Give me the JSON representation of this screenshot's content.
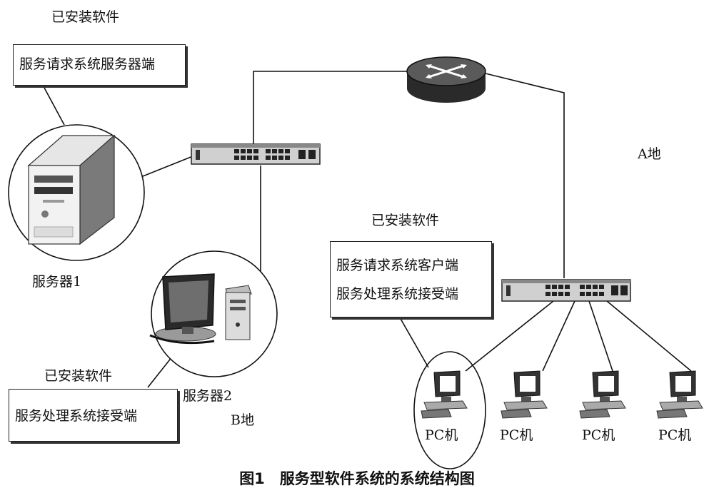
{
  "server_room": {
    "installed_label": "已安装软件",
    "installed_software": "服务请求系统服务器端",
    "server1_label": "服务器1"
  },
  "server2_area": {
    "installed_label": "已安装软件",
    "installed_software": "服务处理系统接受端",
    "server2_label": "服务器2",
    "site_label": "B地"
  },
  "site_a": {
    "site_label": "A地",
    "installed_label": "已安装软件",
    "installed_software": [
      "服务请求系统客户端",
      "服务处理系统接受端"
    ],
    "pcs": [
      "PC机",
      "PC机",
      "PC机",
      "PC机"
    ]
  },
  "caption": "图1　服务型软件系统的系统结构图",
  "icons": [
    "router-icon",
    "switch-icon",
    "tower-server-icon",
    "desktop-computer-icon",
    "pc-icon"
  ]
}
